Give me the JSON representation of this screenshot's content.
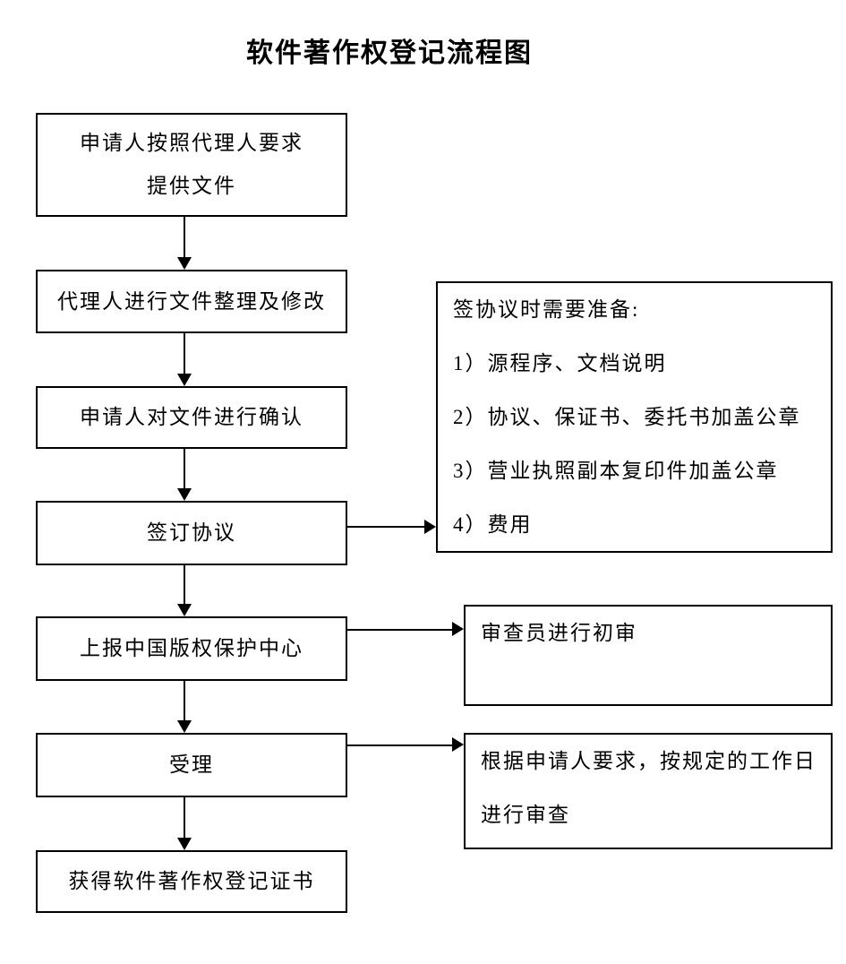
{
  "title": "软件著作权登记流程图",
  "colors": {
    "background": "#ffffff",
    "border": "#000000",
    "text": "#000000"
  },
  "main_steps": [
    {
      "lines": [
        "申请人按照代理人要求",
        "提供文件"
      ]
    },
    {
      "lines": [
        "代理人进行文件整理及修改"
      ]
    },
    {
      "lines": [
        "申请人对文件进行确认"
      ]
    },
    {
      "lines": [
        "签订协议"
      ]
    },
    {
      "lines": [
        "上报中国版权保护中心"
      ]
    },
    {
      "lines": [
        "受理"
      ]
    },
    {
      "lines": [
        "获得软件著作权登记证书"
      ]
    }
  ],
  "side_boxes": [
    {
      "lines": [
        "签协议时需要准备:",
        "1）源程序、文档说明",
        "2）协议、保证书、委托书加盖公章",
        "3）营业执照副本复印件加盖公章",
        "4）费用"
      ]
    },
    {
      "lines": [
        "审查员进行初审"
      ]
    },
    {
      "lines": [
        "根据申请人要求，按规定的工作日",
        "进行审查"
      ]
    }
  ]
}
